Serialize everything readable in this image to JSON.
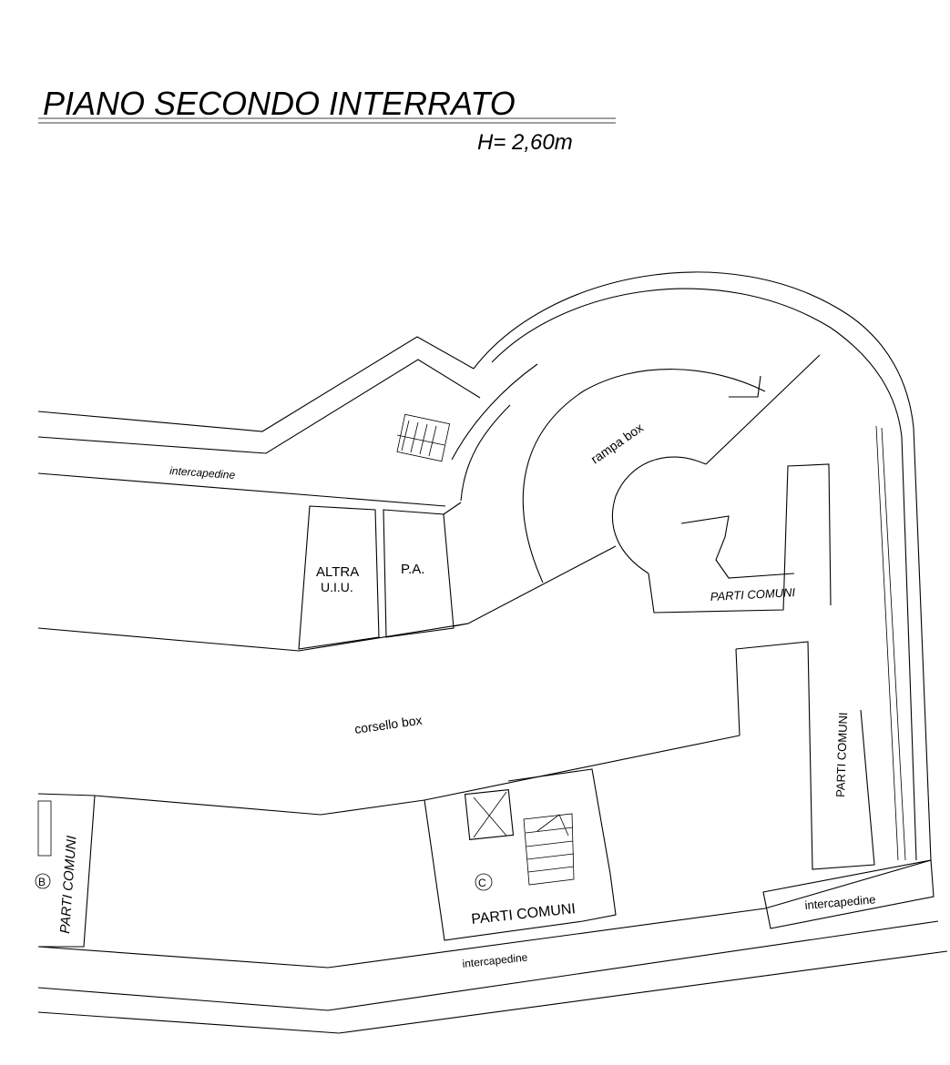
{
  "title": "PIANO SECONDO INTERRATO",
  "height_note": "H= 2,60m",
  "labels": {
    "rampa_box": "rampa box",
    "intercapedine_top": "intercapedine",
    "altra_uiu_line1": "ALTRA",
    "altra_uiu_line2": "U.I.U.",
    "pa": "P.A.",
    "parti_comuni_upper": "PARTI COMUNI",
    "parti_comuni_vertical": "PARTI COMUNI",
    "corsello_box": "corsello box",
    "parti_comuni_left": "PARTI COMUNI",
    "marker_b": "B",
    "marker_c": "C",
    "parti_comuni_center": "PARTI COMUNI",
    "intercapedine_bottom": "intercapedine",
    "intercapedine_right": "intercapedine"
  }
}
